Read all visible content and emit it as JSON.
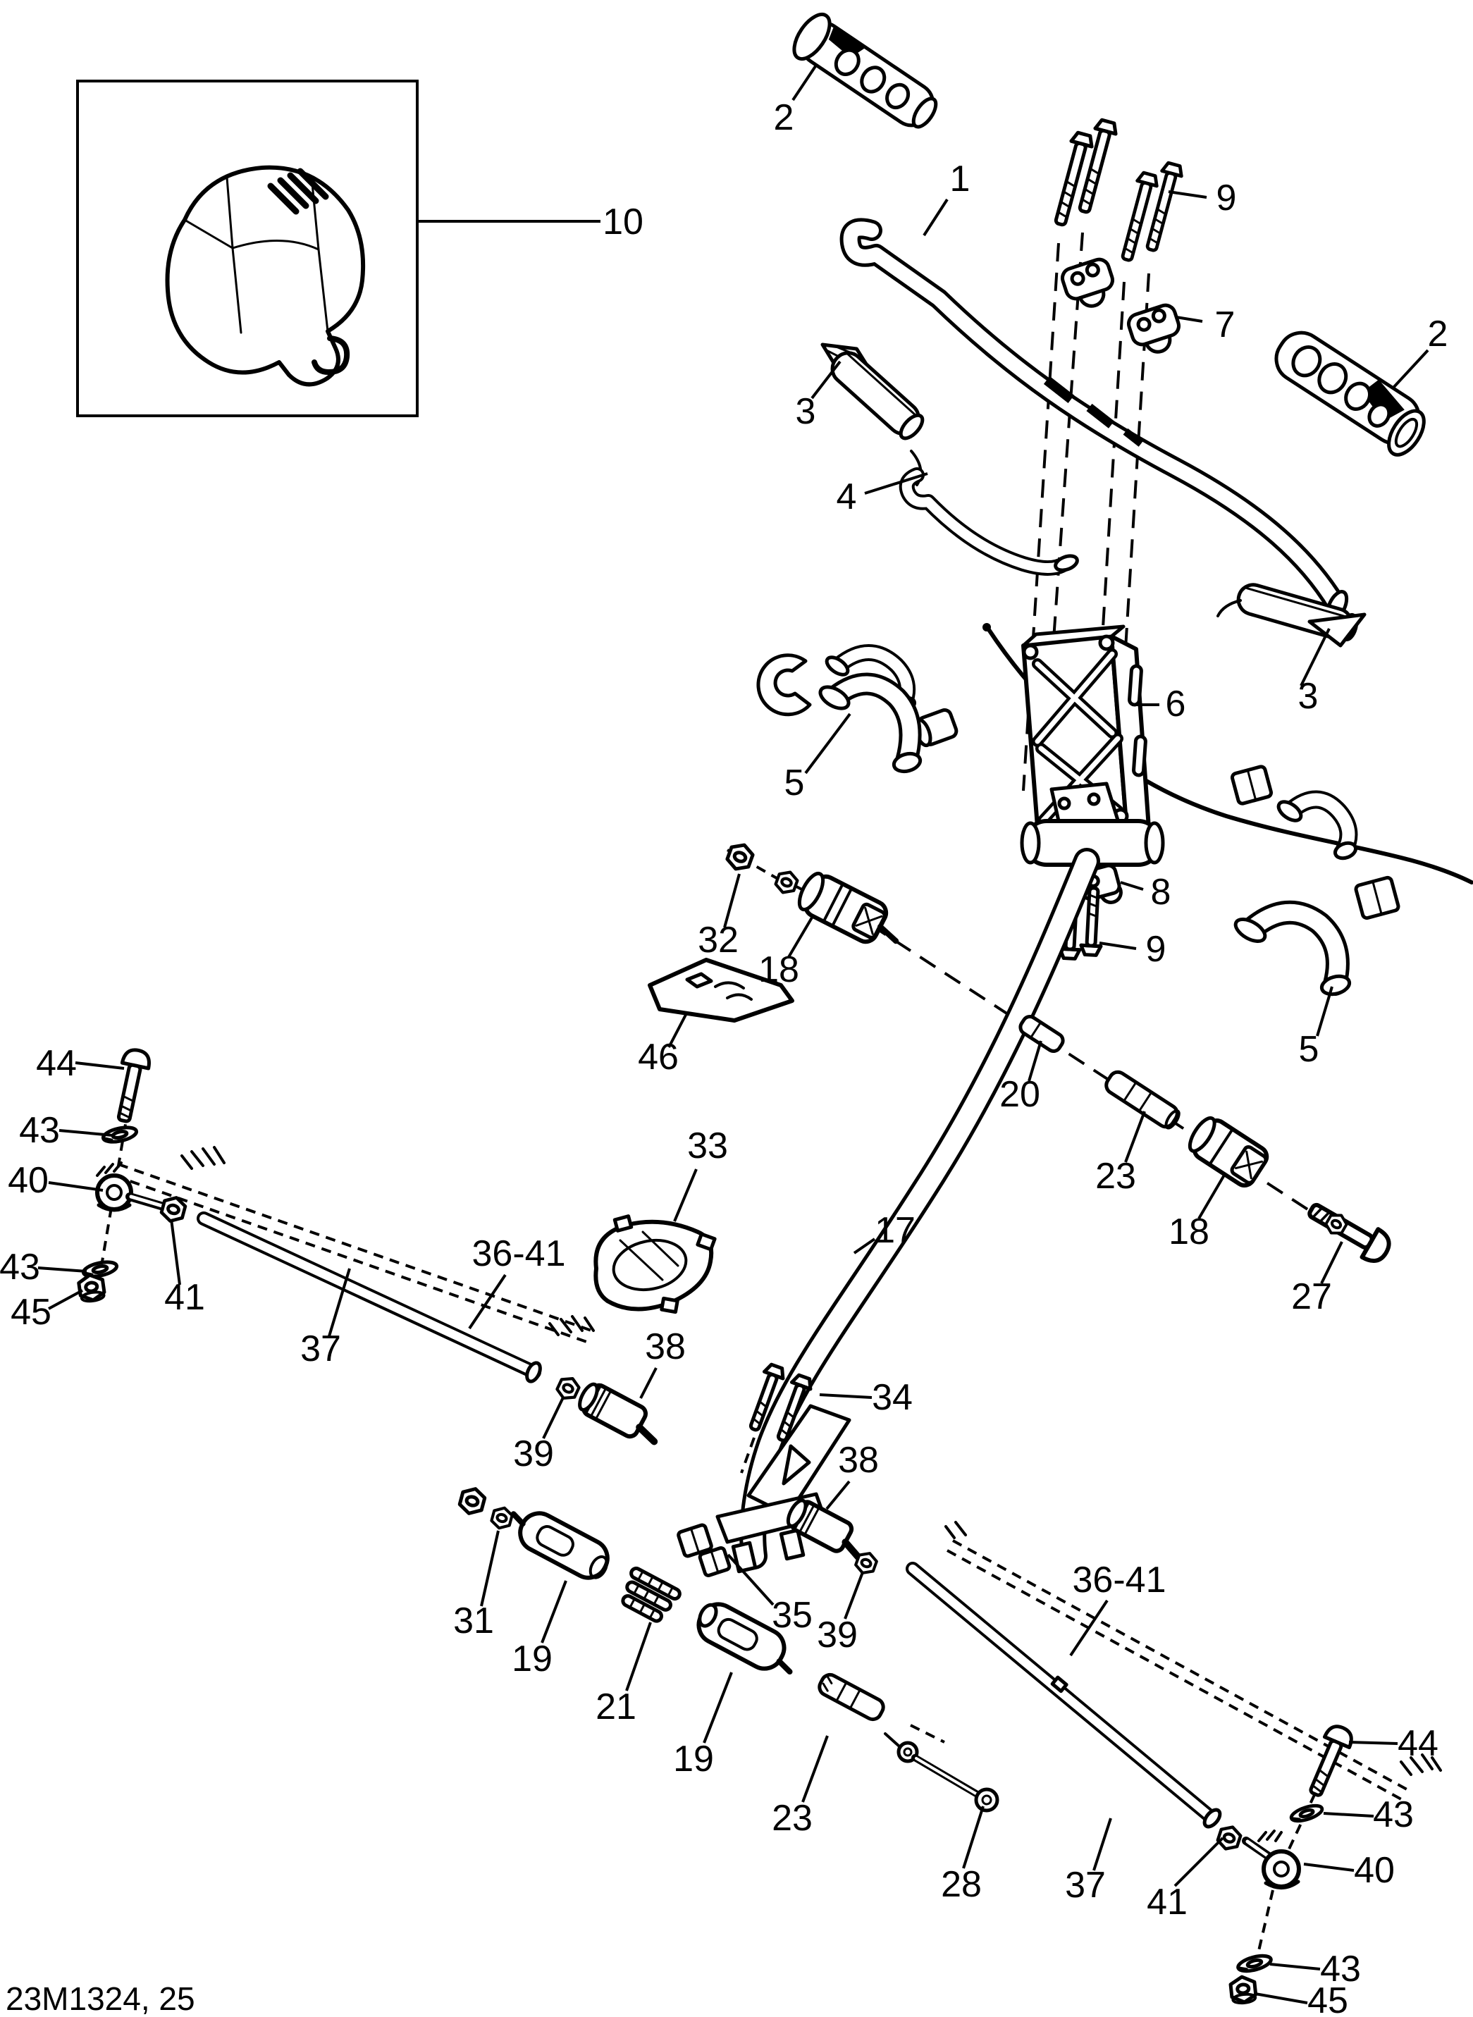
{
  "diagram": {
    "code": "23M1324, 25",
    "background_color": "#ffffff",
    "line_color": "#000000",
    "inset_label": "10"
  },
  "callouts": [
    {
      "label": "10",
      "part": "handlebar-pad-cover"
    },
    {
      "label": "2",
      "part": "handlebar-grip-left"
    },
    {
      "label": "1",
      "part": "handlebar"
    },
    {
      "label": "9",
      "part": "riser-clamp-bolts-upper"
    },
    {
      "label": "7",
      "part": "handlebar-clamps"
    },
    {
      "label": "2",
      "part": "handlebar-grip-right"
    },
    {
      "label": "3",
      "part": "grip-heater-left"
    },
    {
      "label": "4",
      "part": "cable-guide-hook"
    },
    {
      "label": "3",
      "part": "grip-heater-right"
    },
    {
      "label": "5",
      "part": "elbow-sleeve-left"
    },
    {
      "label": "6",
      "part": "steering-riser-block"
    },
    {
      "label": "8",
      "part": "lower-clamp"
    },
    {
      "label": "9",
      "part": "riser-clamp-bolts-lower"
    },
    {
      "label": "32",
      "part": "damper-lock-nut"
    },
    {
      "label": "18",
      "part": "steering-damper-upper"
    },
    {
      "label": "46",
      "part": "support-plate"
    },
    {
      "label": "20",
      "part": "spacer-short"
    },
    {
      "label": "23",
      "part": "spacer-long-upper"
    },
    {
      "label": "18",
      "part": "steering-damper-lower"
    },
    {
      "label": "27",
      "part": "damper-bolt"
    },
    {
      "label": "5",
      "part": "elbow-sleeve-right"
    },
    {
      "label": "44",
      "part": "tie-rod-bolt-left"
    },
    {
      "label": "43",
      "part": "washer-left-upper"
    },
    {
      "label": "40",
      "part": "tie-rod-end-left"
    },
    {
      "label": "43",
      "part": "washer-left-lower"
    },
    {
      "label": "45",
      "part": "lock-nut-left"
    },
    {
      "label": "41",
      "part": "jam-nut-left"
    },
    {
      "label": "37",
      "part": "tie-rod-left"
    },
    {
      "label": "33",
      "part": "steering-boot"
    },
    {
      "label": "36-41",
      "part": "tie-rod-assembly-left"
    },
    {
      "label": "17",
      "part": "steering-column"
    },
    {
      "label": "38",
      "part": "ball-joint-left"
    },
    {
      "label": "39",
      "part": "ball-joint-nut-left"
    },
    {
      "label": "34",
      "part": "column-mount-bolts"
    },
    {
      "label": "38",
      "part": "ball-joint-center"
    },
    {
      "label": "35",
      "part": "square-nuts"
    },
    {
      "label": "31",
      "part": "link-lock-nut"
    },
    {
      "label": "19",
      "part": "link-sleeve-upper"
    },
    {
      "label": "21",
      "part": "threaded-adjuster"
    },
    {
      "label": "19",
      "part": "link-sleeve-lower"
    },
    {
      "label": "39",
      "part": "ball-joint-nut-center"
    },
    {
      "label": "23",
      "part": "spacer-long-lower"
    },
    {
      "label": "36-41",
      "part": "tie-rod-assembly-right"
    },
    {
      "label": "28",
      "part": "drag-link"
    },
    {
      "label": "37",
      "part": "tie-rod-right"
    },
    {
      "label": "44",
      "part": "tie-rod-bolt-right"
    },
    {
      "label": "43",
      "part": "washer-right-upper"
    },
    {
      "label": "40",
      "part": "tie-rod-end-right"
    },
    {
      "label": "41",
      "part": "jam-nut-right"
    },
    {
      "label": "43",
      "part": "washer-right-lower"
    },
    {
      "label": "45",
      "part": "lock-nut-right"
    }
  ]
}
